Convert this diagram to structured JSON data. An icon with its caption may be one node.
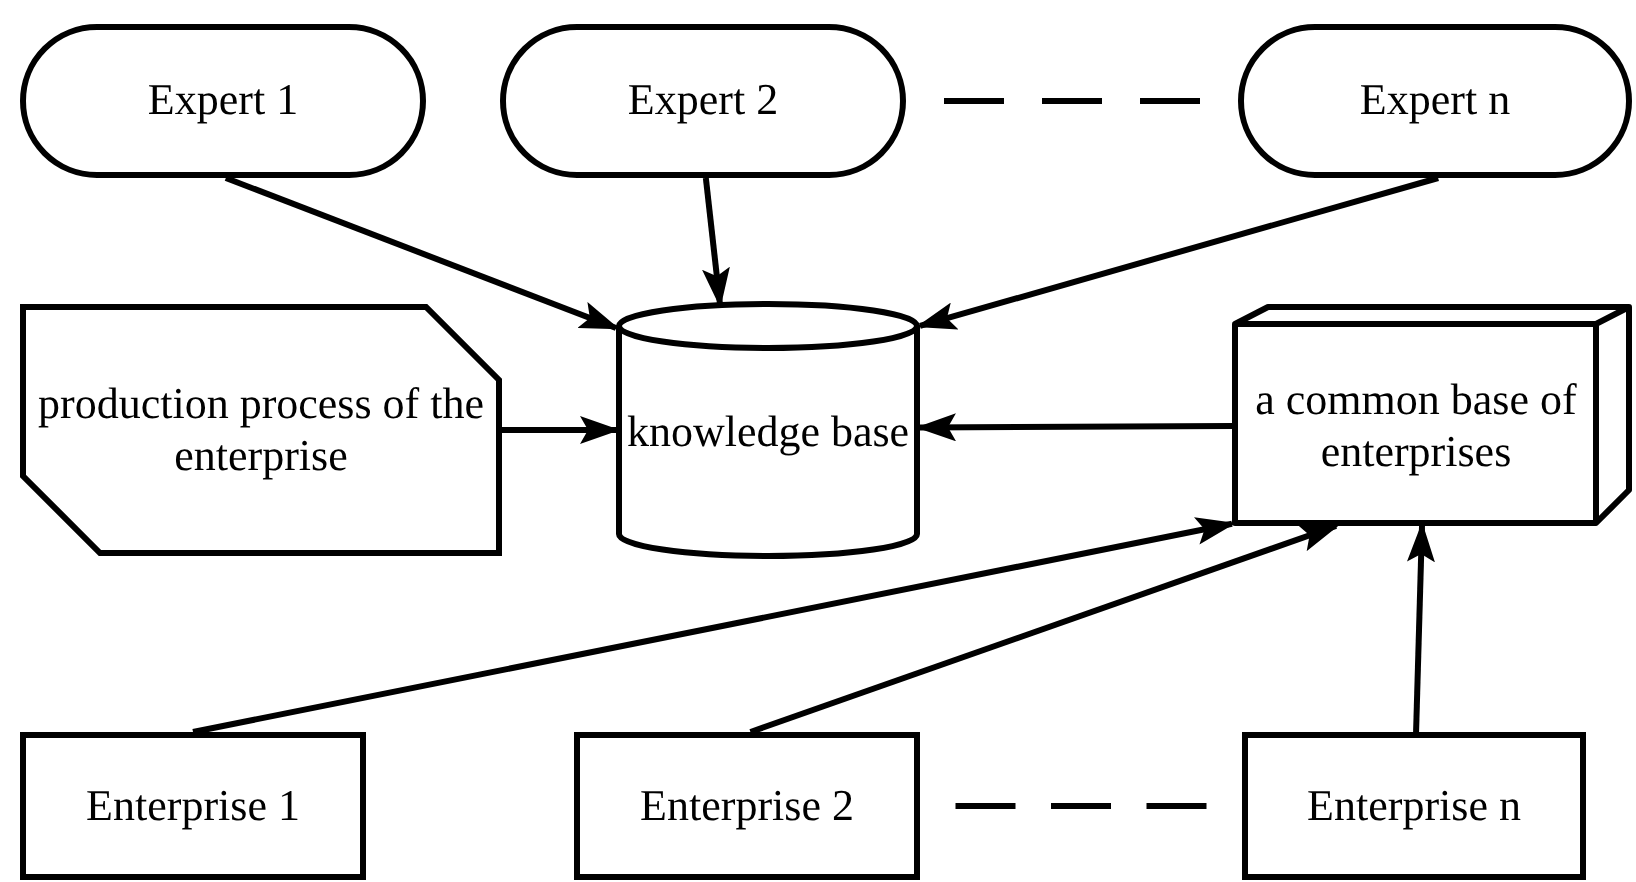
{
  "diagram": {
    "nodes": [
      {
        "text": [
          "Expert 1"
        ]
      },
      {
        "text": [
          "Expert 2"
        ]
      },
      {
        "text": [
          "Expert n"
        ]
      },
      {
        "text": [
          "production process of the enterprise"
        ]
      },
      {
        "text": [
          "knowledge base"
        ]
      },
      {
        "text": [
          "a common base of enterprises"
        ]
      },
      {
        "text": [
          "Enterprise 1"
        ]
      },
      {
        "text": [
          "Enterprise 2"
        ]
      },
      {
        "text": [
          "Enterprise n"
        ]
      }
    ],
    "edges": [
      {
        "from": 0,
        "to": 4,
        "arrow": "to"
      },
      {
        "from": 1,
        "to": 4,
        "arrow": "to"
      },
      {
        "from": 2,
        "to": 4,
        "arrow": "to"
      },
      {
        "from": 3,
        "to": 4,
        "arrow": "to"
      },
      {
        "from": 5,
        "to": 4,
        "arrow": "to"
      },
      {
        "from": 6,
        "to": 5,
        "arrow": "to"
      },
      {
        "from": 7,
        "to": 5,
        "arrow": "to"
      },
      {
        "from": 8,
        "to": 5,
        "arrow": "to"
      },
      {
        "from": 1,
        "to": 2,
        "arrow": "none",
        "style": "dashed"
      },
      {
        "from": 7,
        "to": 8,
        "arrow": "none",
        "style": "dashed"
      }
    ]
  }
}
